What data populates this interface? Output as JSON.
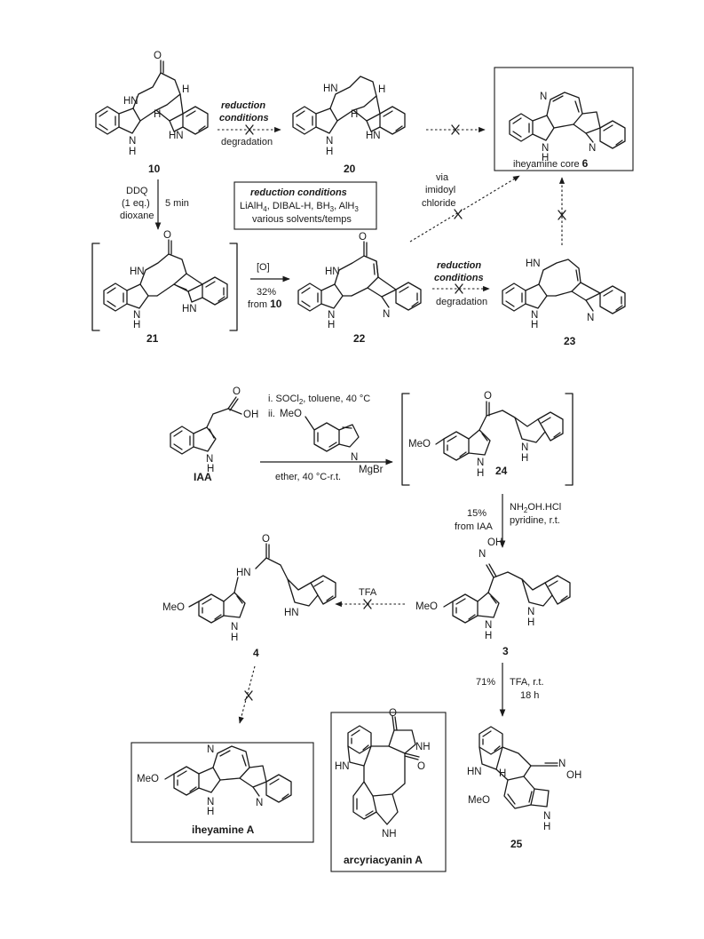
{
  "labels": {
    "c10": "10",
    "c20": "20",
    "c21": "21",
    "c22": "22",
    "c23": "23",
    "c24": "24",
    "c3": "3",
    "c4": "4",
    "c25": "25",
    "core6_text": "iheyamine core ",
    "core6_num": "6",
    "iheyamineA": "iheyamine A",
    "arcyriacyaninA": "arcyriacyanin A",
    "IAA": "IAA"
  },
  "conditions": {
    "rc1_line1": "reduction",
    "rc1_line2": "conditions",
    "rc1_below": "degradation",
    "box_title": "reduction conditions",
    "box_line2_a": "LiAlH",
    "box_line2_sub": "4",
    "box_line2_b": ", DIBAL-H, BH",
    "box_line2_sub2": "3",
    "box_line2_c": ", AlH",
    "box_line2_sub3": "3",
    "box_line3": "various solvents/temps",
    "ddq1": "DDQ",
    "ddq2": "(1 eq.)",
    "ddq3": "dioxane",
    "ddq_time": "5 min",
    "ox": "[O]",
    "ox_yield": "32%",
    "ox_from": "from ",
    "ox_from_num": "10",
    "rc2_line1": "reduction",
    "rc2_line2": "conditions",
    "rc2_below": "degradation",
    "via1": "via",
    "via2": "imidoyl",
    "via3": "chloride",
    "step1a": "i. SOCl",
    "step1a_sub": "2",
    "step1a_rest": ", toluene, 40 °C",
    "step1b": "ii.",
    "step1_below": "ether, 40 °C-r.t.",
    "yield15": "15%",
    "from_iaa": "from IAA",
    "nh2oh": "NH",
    "nh2oh_sub": "2",
    "nh2oh_rest": "OH.HCl",
    "pyridine": "pyridine, r.t.",
    "tfa1": "TFA",
    "yield71": "71%",
    "tfa2": "TFA, r.t.",
    "tfa2_time": "18 h"
  },
  "atoms": {
    "O": "O",
    "HN": "HN",
    "NH": "NH",
    "N": "N",
    "H": "H",
    "OH": "OH",
    "MeO": "MeO",
    "MgBr": "MgBr",
    "MeO_dash": "MeO"
  }
}
